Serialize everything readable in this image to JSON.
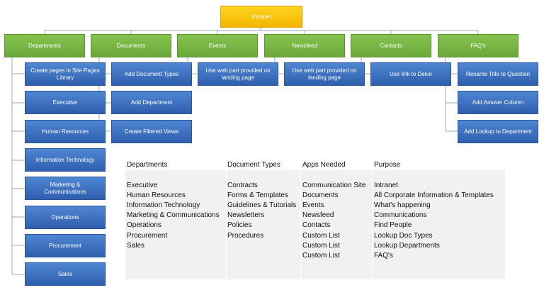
{
  "root": "Intranet",
  "categories": [
    "Departments",
    "Documents",
    "Events",
    "Newsfeed",
    "Contacts",
    "FAQ's"
  ],
  "departments_children": [
    "Create pages in Site Pages Library",
    "Executive",
    "Human Resources",
    "Information Technology",
    "Marketing & Communications",
    "Operations",
    "Procurement",
    "Sales"
  ],
  "documents_children": [
    "Add Document Types",
    "Add Department",
    "Create Filtered Views"
  ],
  "events_children": [
    "Use web part provided on landing page"
  ],
  "newsfeed_children": [
    "Use web part provided on landing page"
  ],
  "contacts_children": [
    "Use link to Delve"
  ],
  "faqs_children": [
    "Rename Title to Question",
    "Add Answer Column",
    "Add Lookup to Department"
  ],
  "table": {
    "headers": [
      "Departments",
      "Document Types",
      "Apps Needed",
      "Purpose"
    ],
    "departments": [
      "Executive",
      "Human Resources",
      "Information Technology",
      "Marketing & Communications",
      "Operations",
      "Procurement",
      "Sales"
    ],
    "document_types": [
      "Contracts",
      "Forms & Templates",
      "Guidelines & Tutorials",
      "Newsletters",
      "Policies",
      "Procedures"
    ],
    "apps_needed": [
      "Communication Site",
      "Documents",
      "Events",
      "Newsfeed",
      "Contacts",
      "Custom List",
      "Custom List",
      "Custom List"
    ],
    "purpose": [
      "Intranet",
      "All Corporate Information & Templates",
      "What's happening",
      "Communications",
      "Find People",
      "Lookup Doc Types",
      "Lookup Departments",
      "FAQ's"
    ]
  }
}
